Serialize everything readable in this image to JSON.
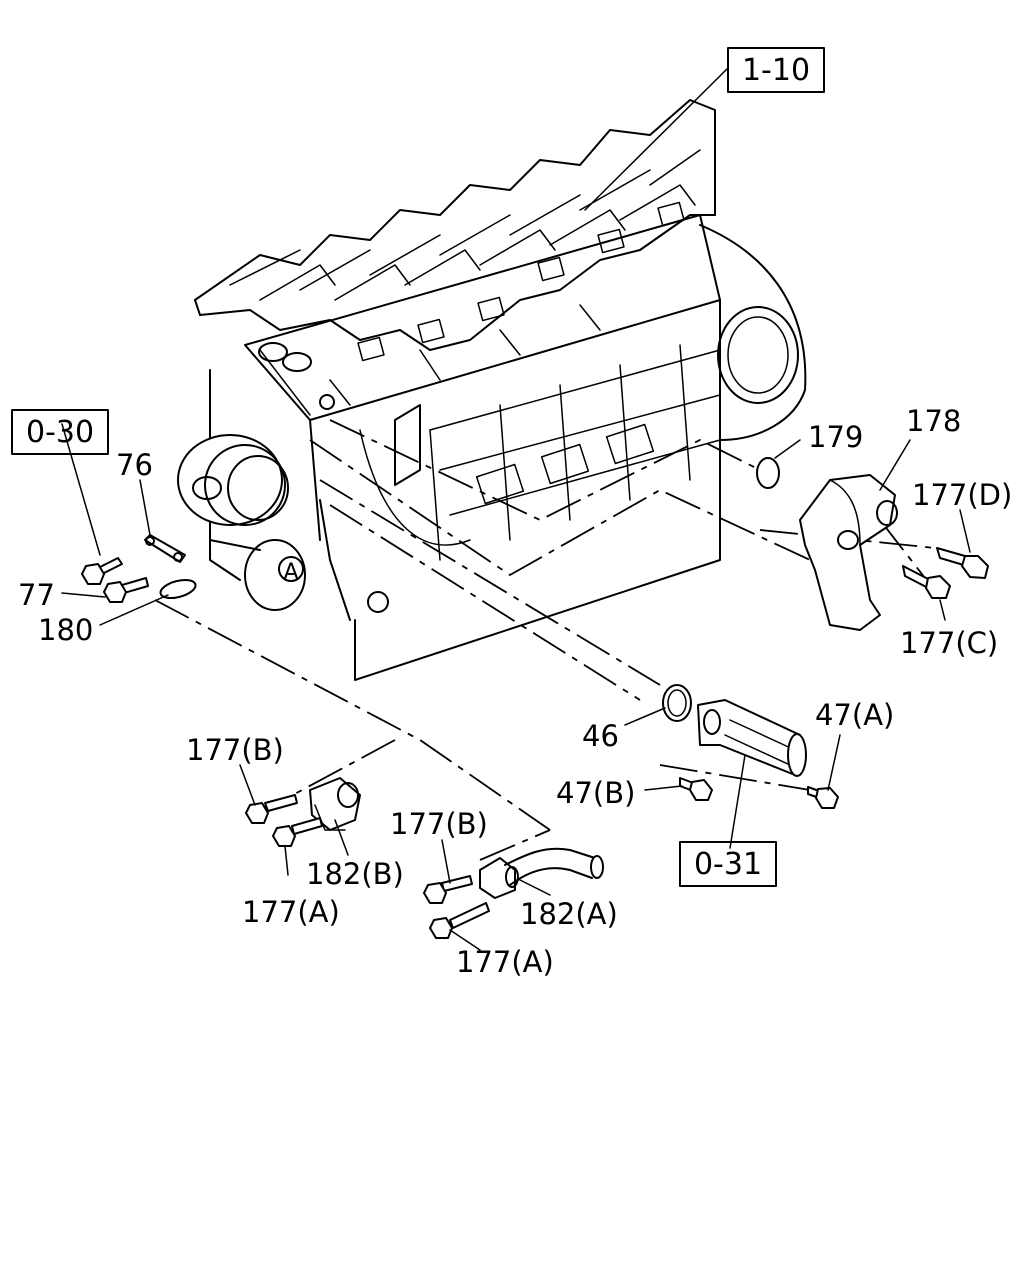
{
  "reference_boxes": {
    "ref_1_10": "1-10",
    "ref_0_30": "0-30",
    "ref_0_31": "0-31"
  },
  "callouts": {
    "p76": "76",
    "p77": "77",
    "p180": "180",
    "p179": "179",
    "p178": "178",
    "p177d": "177(D)",
    "p177c": "177(C)",
    "p46": "46",
    "p47a": "47(A)",
    "p47b": "47(B)",
    "p177b_left": "177(B)",
    "p182b": "182(B)",
    "p177a_left": "177(A)",
    "p177b_right": "177(B)",
    "p182a": "182(A)",
    "p177a_right": "177(A)",
    "circle_a": "A"
  }
}
